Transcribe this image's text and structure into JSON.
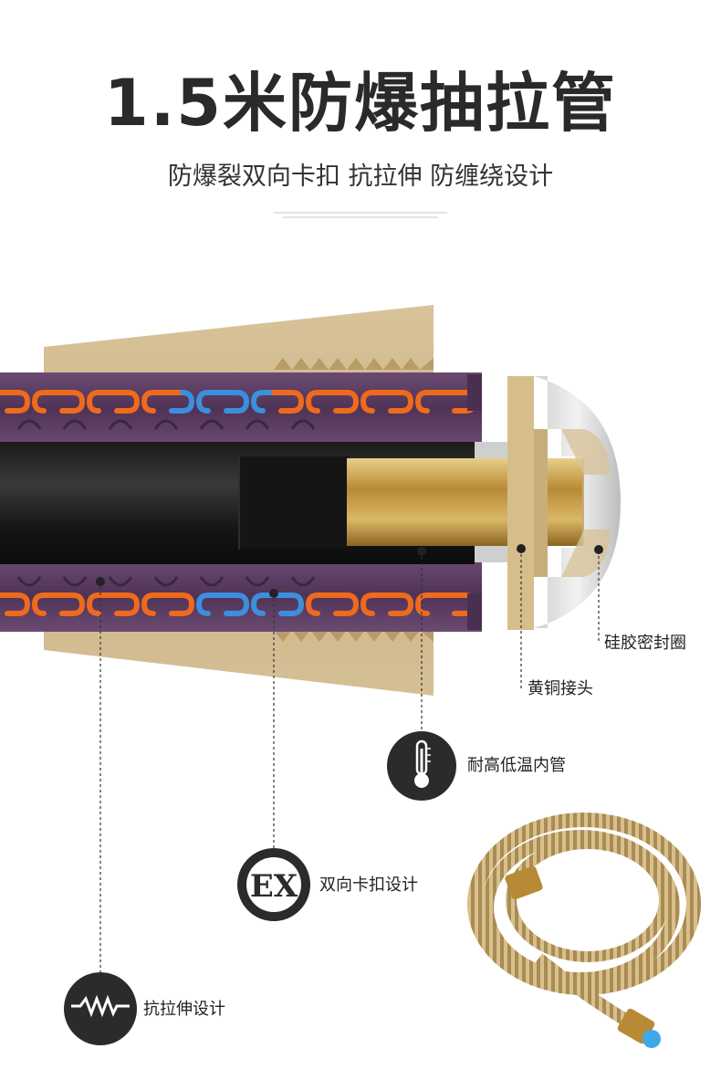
{
  "header": {
    "title": "1.5米防爆抽拉管",
    "subtitle": "防爆裂双向卡扣 抗拉伸 防缠绕设计"
  },
  "callouts": {
    "silicone_ring": "硅胶密封圈",
    "brass_fitting": "黄铜接头",
    "inner_tube": "耐高低温内管",
    "double_lock": "双向卡扣设计",
    "anti_stretch": "抗拉伸设计"
  },
  "badges": {
    "ex_text": "EX"
  },
  "icons": {
    "thermometer": "thermometer-icon",
    "ex_badge": "ex-badge-icon",
    "zigzag": "zigzag-wave-icon",
    "coiled_hose": "coiled-hose-image"
  },
  "colors": {
    "brass": "#cdb58a",
    "orange_clip": "#ef6a1c",
    "blue_clip": "#3b8fdc",
    "purple_tube": "#5a3b60",
    "dark_icon": "#2b2b2b",
    "gold_fitting": "#c9a24e"
  }
}
